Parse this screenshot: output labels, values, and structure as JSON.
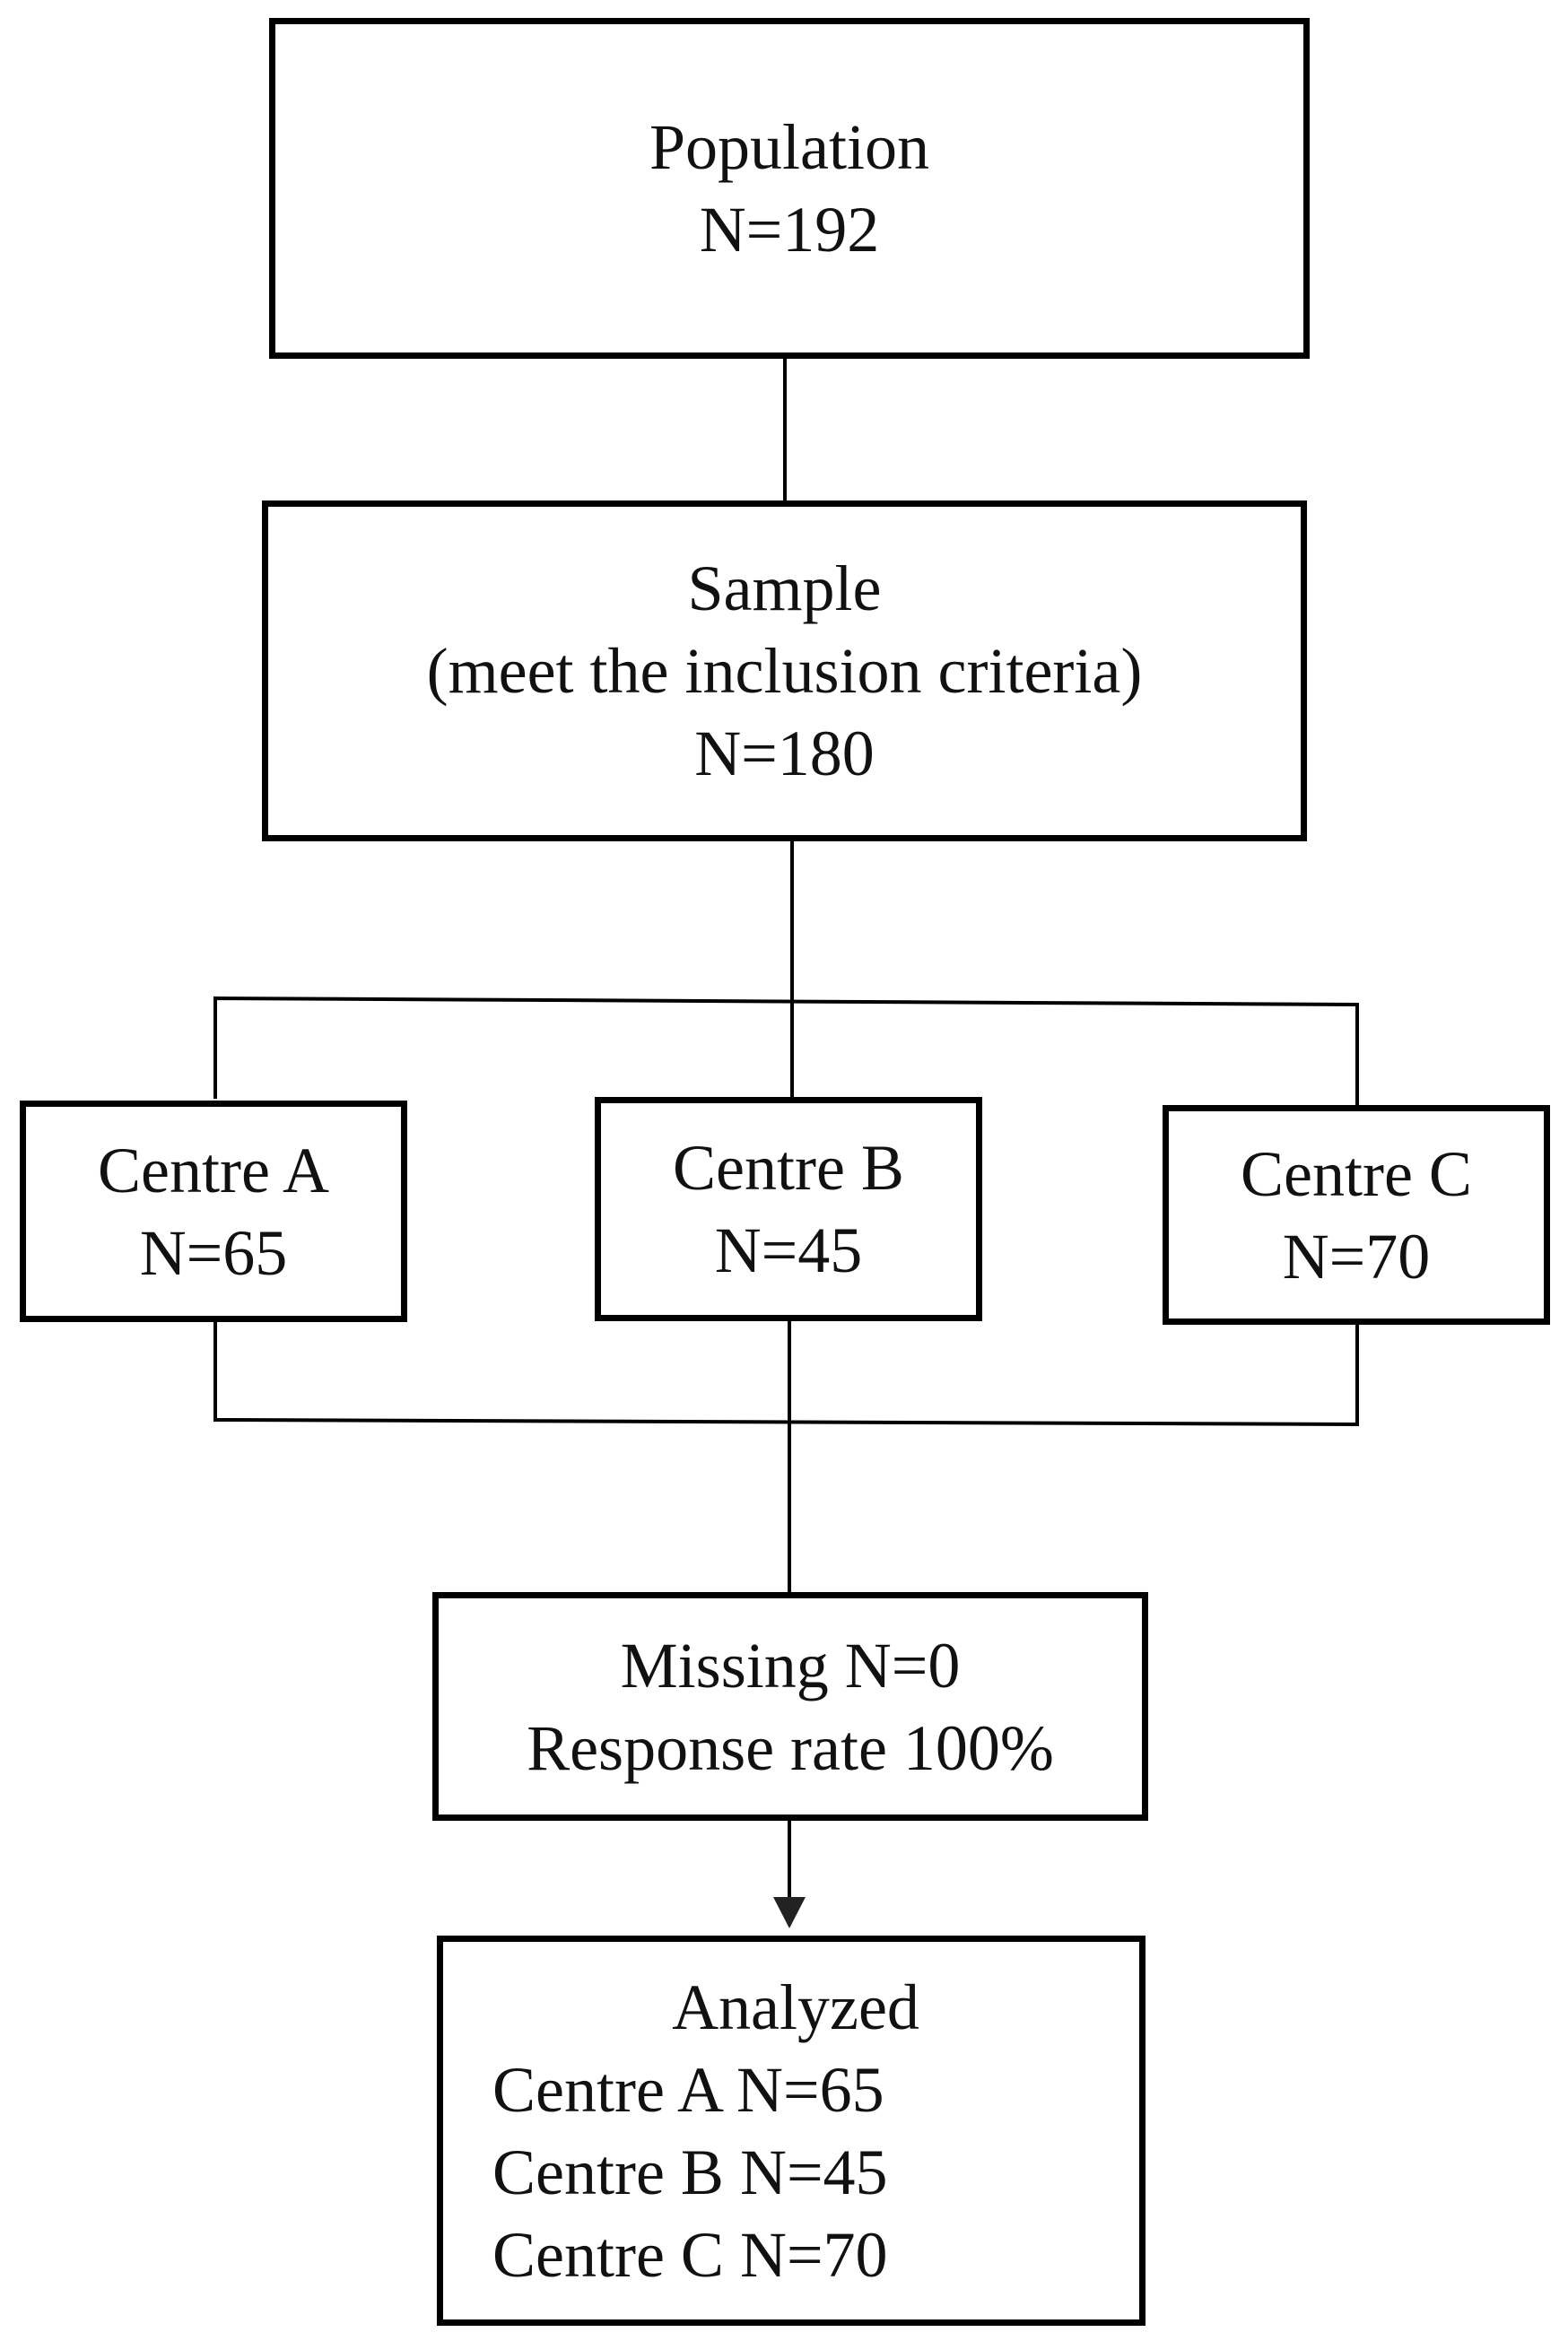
{
  "population": {
    "title": "Population",
    "count": "N=192"
  },
  "sample": {
    "title": "Sample",
    "note": "(meet the inclusion criteria)",
    "count": "N=180"
  },
  "centres": [
    {
      "name": "Centre A",
      "count": "N=65"
    },
    {
      "name": "Centre B",
      "count": "N=45"
    },
    {
      "name": "Centre C",
      "count": "N=70"
    }
  ],
  "missing": {
    "line1": "Missing N=0",
    "line2": "Response rate 100%"
  },
  "analyzed": {
    "title": "Analyzed",
    "rows": [
      "Centre A N=65",
      "Centre B N=45",
      "Centre C N=70"
    ]
  }
}
